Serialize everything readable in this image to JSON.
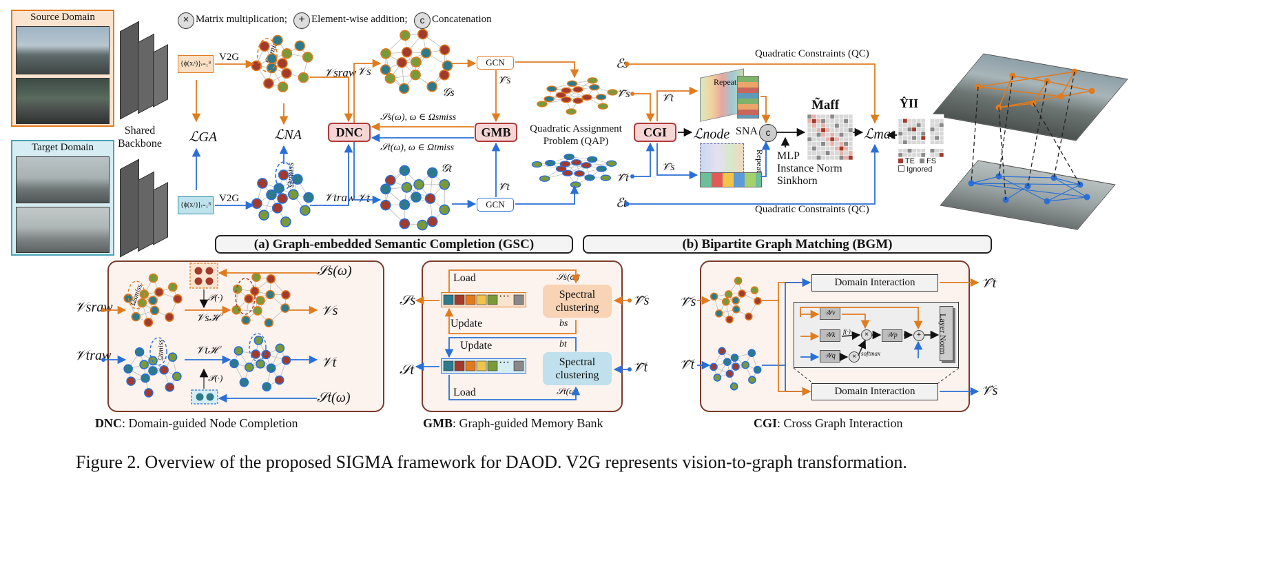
{
  "legend": {
    "multiply_symbol": "×",
    "multiply_text": "Matrix multiplication;",
    "add_symbol": "+",
    "add_text": "Element-wise addition;",
    "concat_symbol": "c",
    "concat_text": "Concatenation"
  },
  "domains": {
    "source": "Source Domain",
    "target": "Target Domain"
  },
  "backbone": {
    "line1": "Shared",
    "line2": "Backbone"
  },
  "features": {
    "source": "{ϕ(xᵢˢ)}ᵢ₌₁ᴮ",
    "target": "{ϕ(xᵢᵗ)}ᵢ₌₁ᴮ"
  },
  "v2g": "V2G",
  "losses": {
    "ga": "ℒGA",
    "na": "ℒNA",
    "node": "ℒnode",
    "mat": "ℒmat"
  },
  "omega": {
    "source": "Ωsmiss",
    "target": "Ωtmiss"
  },
  "vars": {
    "vs_raw": "𝒱sraw",
    "vt_raw": "𝒱traw",
    "vs": "𝒱s",
    "vt": "𝒱t",
    "vs_tilde": "𝒱̃s",
    "vt_tilde": "𝒱̃t",
    "vs_hat": "𝒱̂s",
    "vt_hat": "𝒱̂t",
    "gs": "𝒢s",
    "gt": "𝒢t",
    "es": "ℰs",
    "et": "ℰt",
    "ss_omega": "𝒮s(ω), ω ∈ Ωsmiss",
    "st_omega": "𝒮t(ω), ω ∈ Ωtmiss"
  },
  "modules": {
    "dnc": "DNC",
    "gmb": "GMB",
    "cgi": "CGI",
    "gcn": "GCN"
  },
  "qap": {
    "line1": "Quadratic Assignment",
    "line2": "Problem (QAP)"
  },
  "qc": "Quadratic Constraints (QC)",
  "repeat": "Repeat",
  "sna": "SNA",
  "mlp": {
    "line1": "MLP",
    "line2": "Instance Norm",
    "line3": "Sinkhorn"
  },
  "maff": "M̃aff",
  "yii": "ŶII",
  "matrix_legend": {
    "te": "TE",
    "fs": "FS",
    "ignored": "Ignored"
  },
  "section_titles": {
    "gsc": "(a) Graph-embedded Semantic Completion (GSC)",
    "bgm": "(b) Bipartite Graph Matching (BGM)"
  },
  "dnc_panel": {
    "vs_raw": "𝒱sraw",
    "vt_raw": "𝒱traw",
    "ss_omega": "𝒮s(ω)",
    "st_omega": "𝒮t(ω)",
    "p_op": "𝒫(·)",
    "vs_h": "𝒱sℋ",
    "vt_h": "𝒱tℋ",
    "vs": "𝒱s",
    "vt": "𝒱t",
    "omega_s": "Ωsmiss",
    "omega_t": "Ωtmiss",
    "caption_bold": "DNC",
    "caption_rest": ": Domain-guided Node Completion"
  },
  "gmb_panel": {
    "load": "Load",
    "update": "Update",
    "ss": "𝒮s",
    "st": "𝒮t",
    "ss_omega": "𝒮s(ω)",
    "st_omega": "𝒮t(ω)",
    "bs": "bs",
    "bt": "bt",
    "spectral1": "Spectral",
    "spectral2": "clustering",
    "vs_tilde": "𝒱̃s",
    "vt_tilde": "𝒱̃t",
    "dots": "···",
    "caption_bold": "GMB",
    "caption_rest": ": Graph-guided Memory Bank"
  },
  "cgi_panel": {
    "vs_tilde": "𝒱̃s",
    "vt_tilde": "𝒱̃t",
    "vs_hat": "𝒱̂s",
    "vt_hat": "𝒱̂t",
    "domain_interaction": "Domain Interaction",
    "wv": "𝒲v",
    "wk": "𝒲k",
    "wq": "𝒲q",
    "wp": "𝒲p",
    "f": "f(·)",
    "softmax": "softmax",
    "layer_norm": "Layer Norm",
    "caption_bold": "CGI",
    "caption_rest": ": Cross Graph Interaction"
  },
  "figure_caption": "Figure 2. Overview of the proposed SIGMA framework for DAOD. V2G represents vision-to-graph transformation.",
  "colors": {
    "orange": "#e07b1f",
    "blue": "#2a6fd6",
    "node_red": "#a33a2c",
    "node_teal": "#2d7a8a",
    "node_green": "#7a9a3a",
    "panel_border": "#7b3a2a"
  }
}
